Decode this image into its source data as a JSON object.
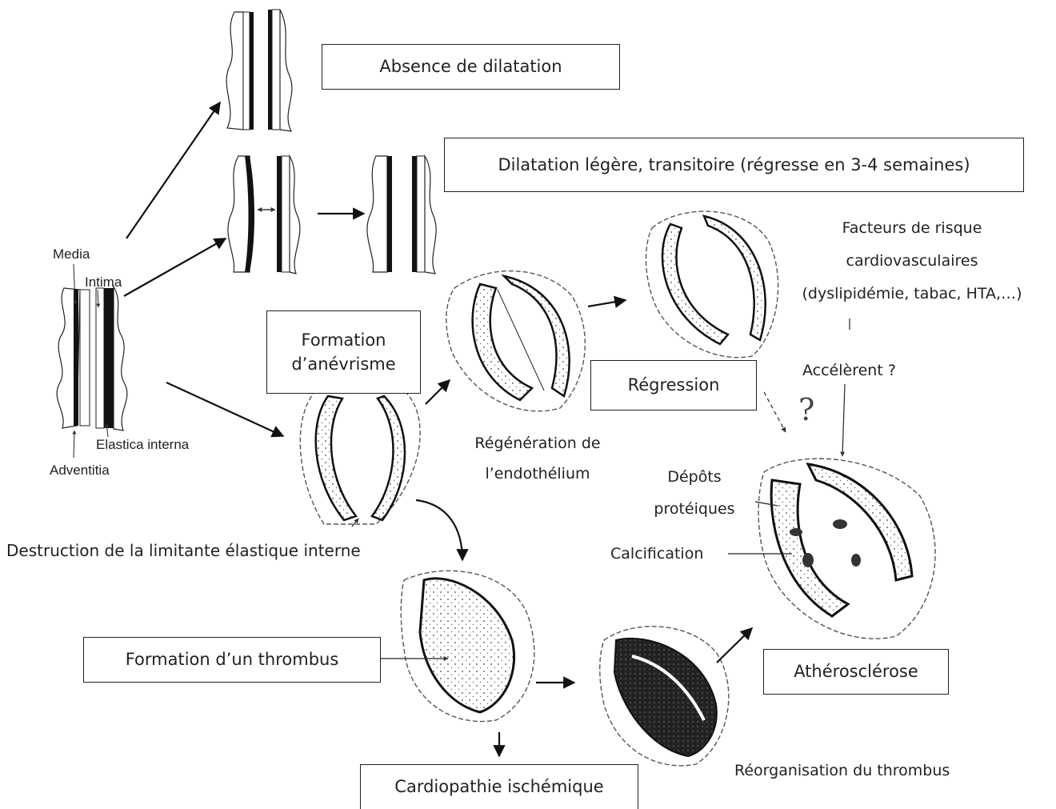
{
  "anatomy_labels": {
    "media": "Media",
    "intima": "Intima",
    "elastica": "Elastica interna",
    "adventitia": "Adventitia"
  },
  "boxes": {
    "absence": "Absence de dilatation",
    "dilatation": "Dilatation légère, transitoire (régresse  en 3-4 semaines)",
    "anevrisme_line1": "Formation",
    "anevrisme_line2": "d’anévrisme",
    "regression": "Régression",
    "thrombus": "Formation d’un thrombus",
    "atherosclerose": "Athérosclérose",
    "cardiopathie": "Cardiopathie ischémique"
  },
  "captions": {
    "facteurs_line1": "Facteurs de risque",
    "facteurs_line2": "cardiovasculaires",
    "facteurs_line3": "(dyslipidémie, tabac, HTA,…)",
    "accelerent": "Accélèrent ?",
    "question_mark": "?",
    "regeneration_line1": "Régénération de",
    "regeneration_line2": "l’endothélium",
    "depots_line1": "Dépôts",
    "depots_line2": "protéiques",
    "calcification": "Calcification",
    "destruction": "Destruction de la limitante élastique interne",
    "reorganisation": "Réorganisation du thrombus"
  }
}
